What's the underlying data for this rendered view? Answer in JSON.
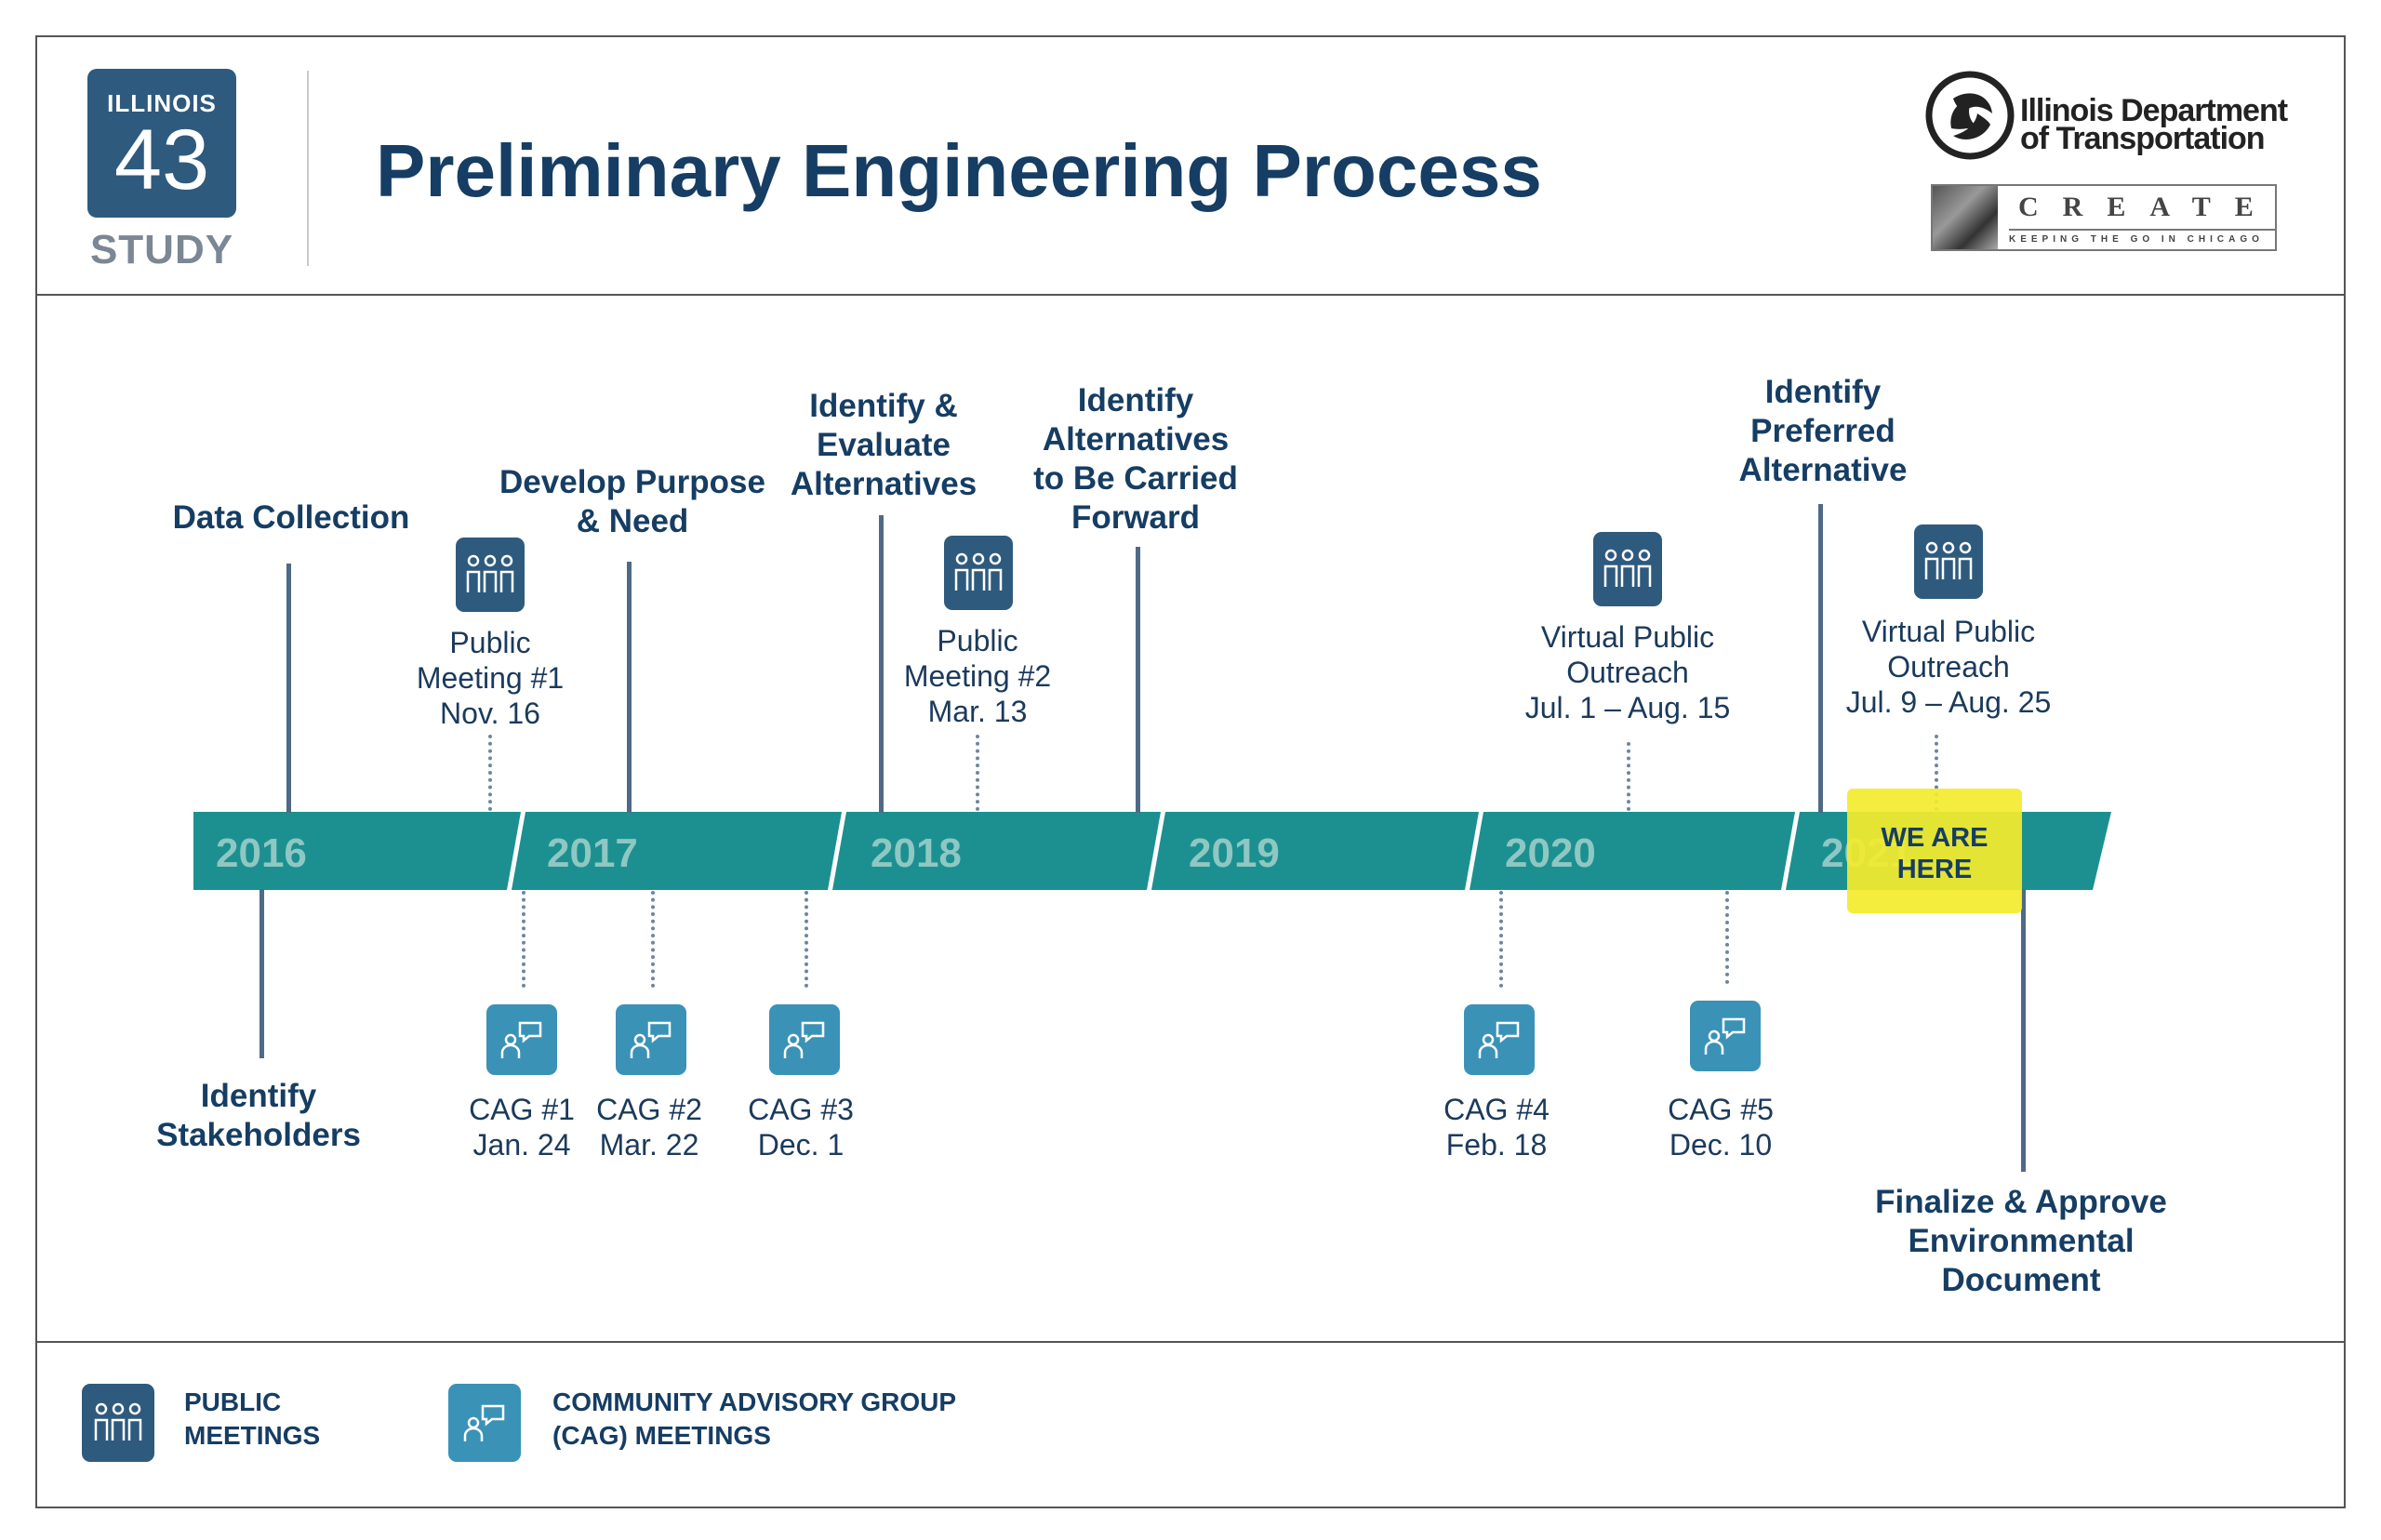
{
  "header": {
    "logo": {
      "top": "ILLINOIS",
      "number": "43",
      "bottom": "STUDY"
    },
    "title": "Preliminary Engineering Process",
    "idot": {
      "line1": "Illinois Department",
      "line2": "of Transportation"
    },
    "create": {
      "word": "CREATE",
      "tagline": "KEEPING THE GO IN CHICAGO"
    }
  },
  "timeline": {
    "years": [
      "2016",
      "2017",
      "2018",
      "2019",
      "2020",
      "2021"
    ],
    "bar_color": "#1c9090",
    "year_text_color": "#8fc7c3"
  },
  "milestones": {
    "data_collection": "Data Collection",
    "purpose_need": [
      "Develop Purpose",
      "& Need"
    ],
    "evaluate": [
      "Identify &",
      "Evaluate",
      "Alternatives"
    ],
    "carried_forward": [
      "Identify",
      "Alternatives",
      "to Be Carried",
      "Forward"
    ],
    "preferred": [
      "Identify",
      "Preferred",
      "Alternative"
    ],
    "stakeholders": [
      "Identify",
      "Stakeholders"
    ],
    "finalize": [
      "Finalize & Approve",
      "Environmental",
      "Document"
    ]
  },
  "public_events": [
    {
      "lines": [
        "Public",
        "Meeting #1",
        "Nov. 16"
      ]
    },
    {
      "lines": [
        "Public",
        "Meeting #2",
        "Mar. 13"
      ]
    },
    {
      "lines": [
        "Virtual Public",
        "Outreach",
        "Jul. 1 – Aug. 15"
      ]
    },
    {
      "lines": [
        "Virtual Public",
        "Outreach",
        "Jul. 9 – Aug. 25"
      ]
    }
  ],
  "cag_events": [
    {
      "lines": [
        "CAG #1",
        "Jan. 24"
      ]
    },
    {
      "lines": [
        "CAG #2",
        "Mar. 22"
      ]
    },
    {
      "lines": [
        "CAG #3",
        "Dec. 1"
      ]
    },
    {
      "lines": [
        "CAG #4",
        "Feb. 18"
      ]
    },
    {
      "lines": [
        "CAG #5",
        "Dec. 10"
      ]
    }
  ],
  "we_are_here": [
    "WE ARE",
    "HERE"
  ],
  "legend": {
    "public": [
      "PUBLIC",
      "MEETINGS"
    ],
    "cag": [
      "COMMUNITY ADVISORY GROUP",
      "(CAG) MEETINGS"
    ]
  },
  "colors": {
    "public_icon": "#2e5a7e",
    "cag_icon": "#3a92b7",
    "highlight": "#f4ec2c",
    "text": "#163d63"
  }
}
